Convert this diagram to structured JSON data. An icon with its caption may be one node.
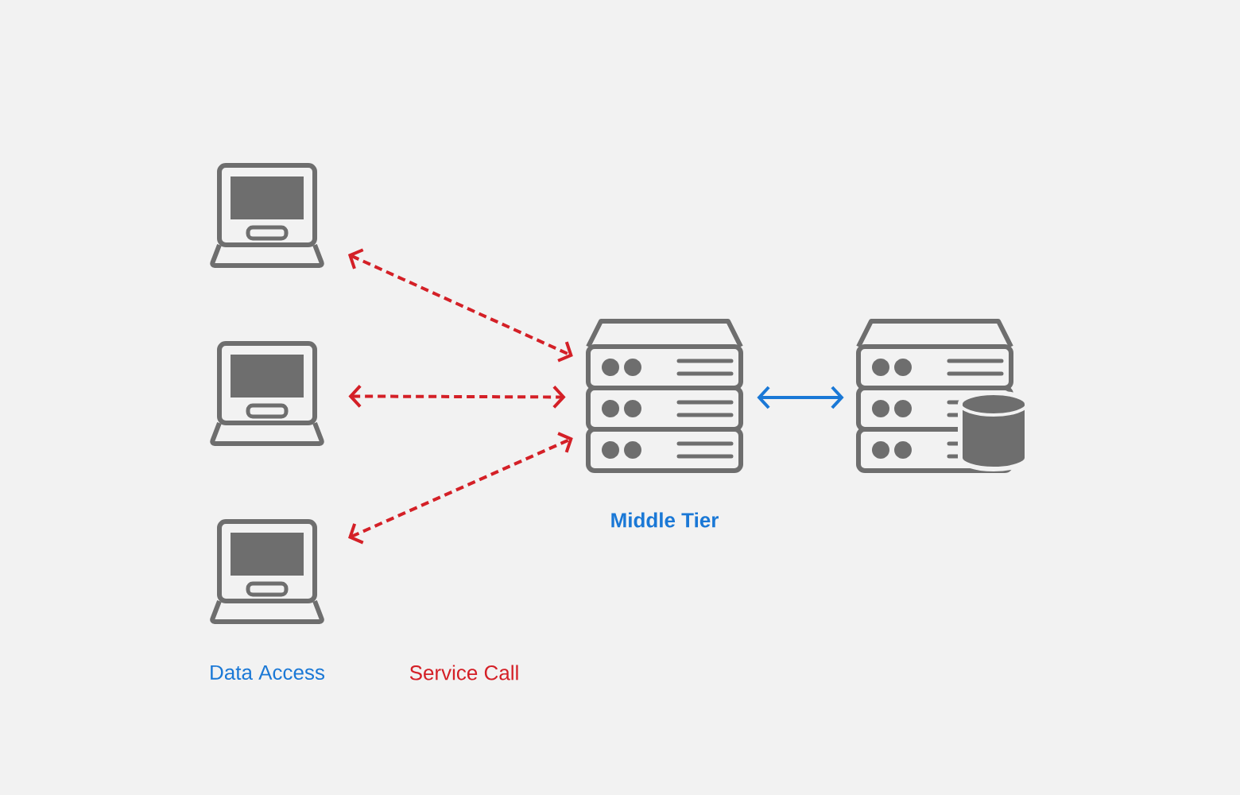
{
  "diagram": {
    "nodes": [
      {
        "text": [],
        "shape": "picture"
      },
      {
        "text": [],
        "shape": "picture"
      },
      {
        "text": [],
        "shape": "picture"
      },
      {
        "text": [
          "Middle Tier"
        ]
      },
      {
        "text": [],
        "shape": "picture"
      }
    ],
    "edges": [
      {
        "from": 0,
        "to": 3,
        "arrow": "both",
        "style": "dashed"
      },
      {
        "from": 1,
        "to": 3,
        "arrow": "both",
        "style": "dashed"
      },
      {
        "from": 2,
        "to": 3,
        "arrow": "both",
        "style": "dashed"
      },
      {
        "from": 3,
        "to": 4,
        "arrow": "both",
        "color": "#1a78d6"
      }
    ],
    "labels": [
      "Data Access",
      "Service Call"
    ]
  }
}
